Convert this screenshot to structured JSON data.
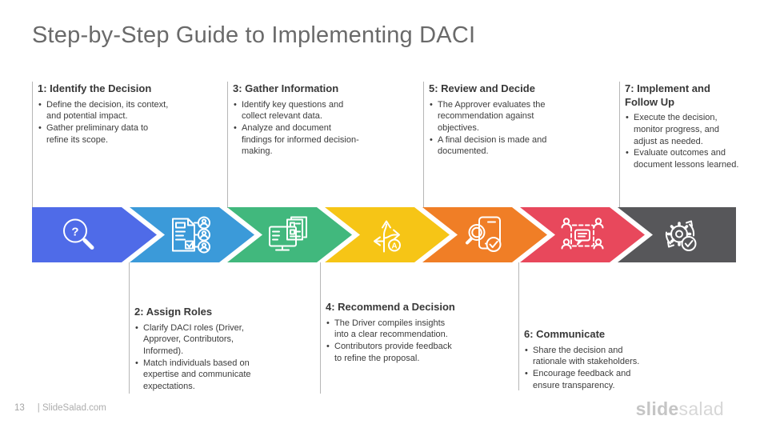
{
  "slide": {
    "title": "Step-by-Step Guide to Implementing DACI",
    "footer": {
      "page_number": "13",
      "site": "| SlideSalad.com",
      "brand_bold": "slide",
      "brand_light": "salad"
    }
  },
  "ui": {
    "bullet_char": "•",
    "magnifier_glyph": "?",
    "approver_glyph": "A",
    "connector_line_color": "#b7b7b7",
    "title_color": "#6a6a6a",
    "text_color": "#3a3a3a"
  },
  "steps": [
    {
      "label": "1: Identify the Decision",
      "bullets": [
        "Define the decision, its context, and potential impact.",
        "Gather preliminary data to refine its scope."
      ],
      "color": "#4f6be8",
      "icon": "magnifier-question"
    },
    {
      "label": "2: Assign Roles",
      "bullets": [
        "Clarify DACI roles (Driver, Approver, Contributors, Informed).",
        "Match individuals based on expertise and communicate expectations."
      ],
      "color": "#3b9ad9",
      "icon": "document-assign-people"
    },
    {
      "label": "3: Gather Information",
      "bullets": [
        "Identify key questions and collect relevant data.",
        "Analyze and document findings for informed decision-making."
      ],
      "color": "#41b87d",
      "icon": "computer-documents"
    },
    {
      "label": "4: Recommend a Decision",
      "bullets": [
        "The Driver compiles insights into a clear recommendation.",
        "Contributors provide feedback to refine the proposal."
      ],
      "color": "#f6c516",
      "icon": "branching-arrows-a"
    },
    {
      "label": "5: Review and Decide",
      "bullets": [
        "The Approver evaluates the recommendation against objectives.",
        "A final decision is made and documented."
      ],
      "color": "#f07e26",
      "icon": "magnifier-checklist-check"
    },
    {
      "label": "6: Communicate",
      "bullets": [
        "Share the decision and rationale with stakeholders.",
        "Encourage feedback and ensure transparency."
      ],
      "color": "#e8485c",
      "icon": "people-chat"
    },
    {
      "label": "7: Implement and Follow Up",
      "bullets": [
        "Execute the decision, monitor progress, and adjust as needed.",
        "Evaluate outcomes and document lessons learned."
      ],
      "color": "#57575a",
      "icon": "gear-refresh-check"
    }
  ]
}
